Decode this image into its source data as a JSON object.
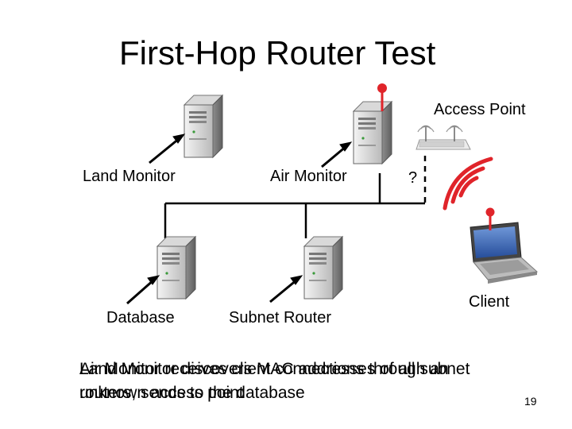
{
  "slide": {
    "title": "First-Hop Router Test",
    "page_number": "19"
  },
  "nodes": {
    "access_point": "Access Point",
    "land_monitor": "Land Monitor",
    "air_monitor": "Air Monitor",
    "unknown_link": "?",
    "database": "Database",
    "subnet_router": "Subnet Router",
    "client": "Client"
  },
  "caption": {
    "text_a_line1": "Land Monitor discovers MAC addresses of all subnet",
    "text_a_line2": "routers, sends to the database",
    "text_b_line1": "Air Monitor receives client connections through an",
    "text_b_line2": "unknown access point"
  },
  "colors": {
    "antenna": "#e0242a",
    "signal": "#e0242a",
    "network_line": "#000000"
  }
}
